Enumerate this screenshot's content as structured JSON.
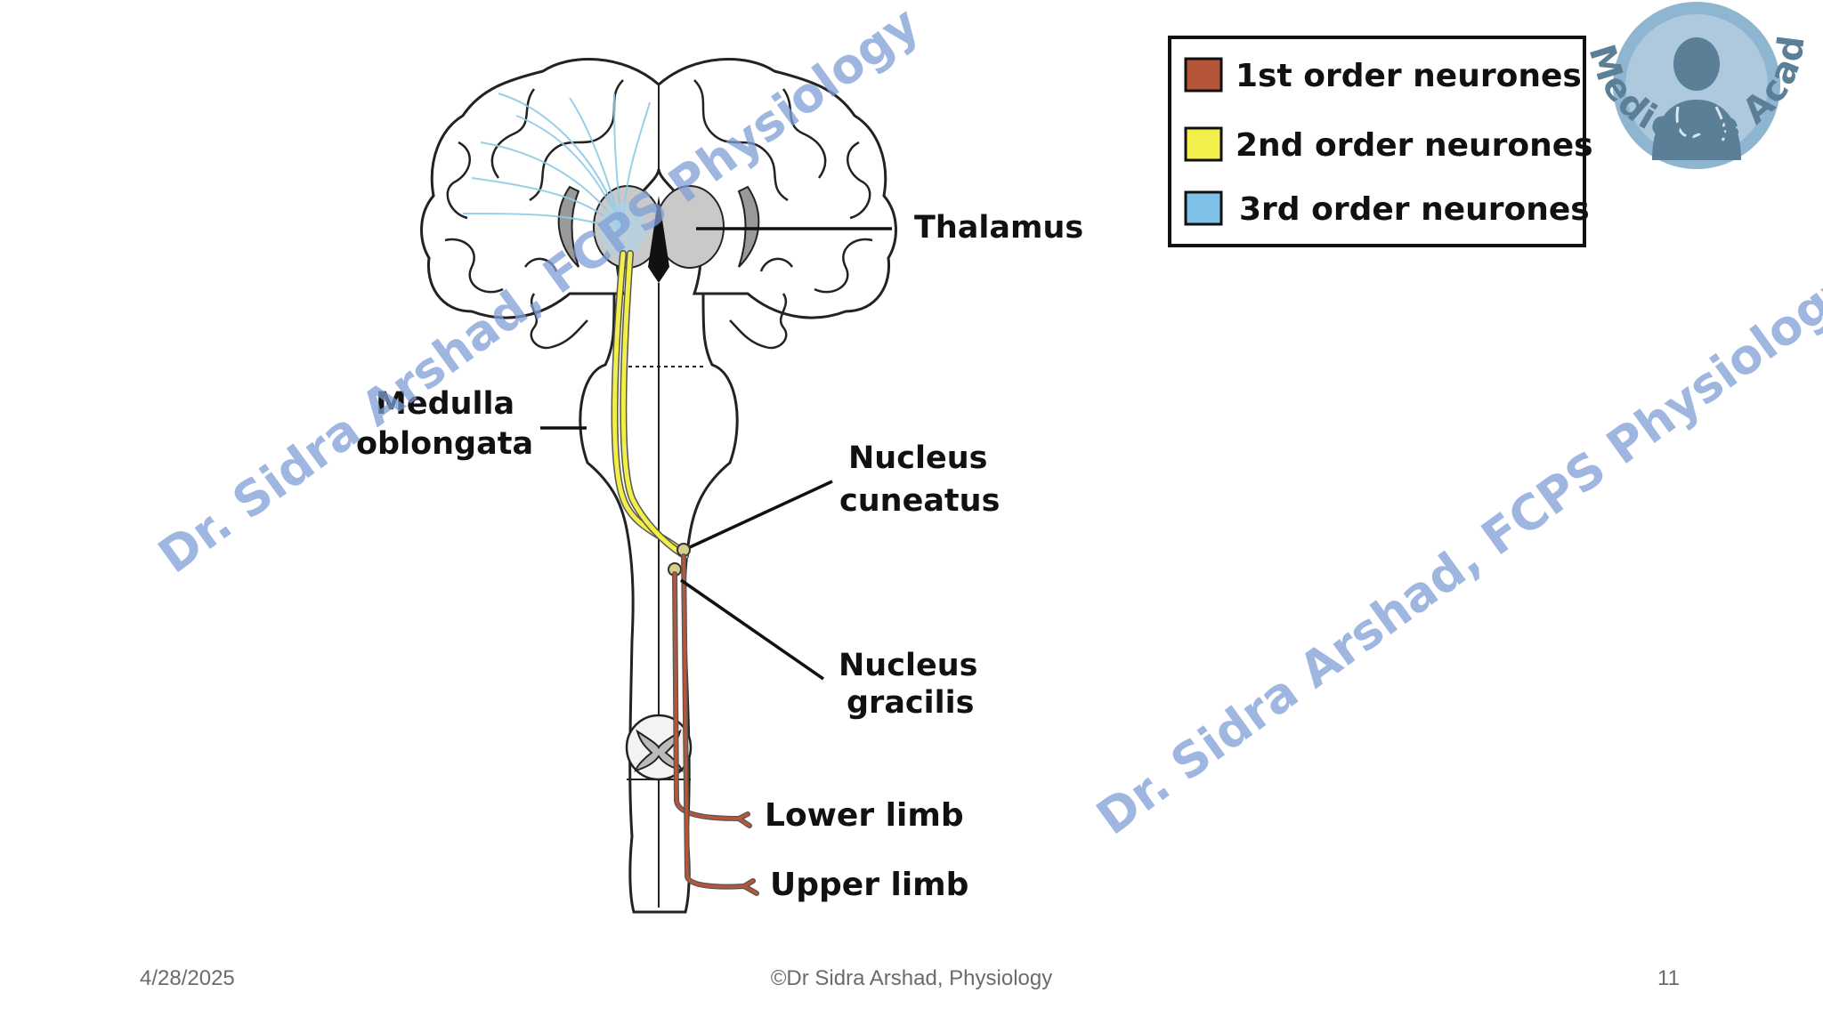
{
  "diagram": {
    "labels": {
      "thalamus": "Thalamus",
      "medulla_line1": "Medulla",
      "medulla_line2": "oblongata",
      "cuneatus_line1": "Nucleus",
      "cuneatus_line2": "cuneatus",
      "gracilis_line1": "Nucleus",
      "gracilis_line2": "gracilis",
      "lower_limb": "Lower limb",
      "upper_limb": "Upper limb"
    },
    "legend": [
      {
        "label": "1st order neurones",
        "color": "#b5563a"
      },
      {
        "label": "2nd order neurones",
        "color": "#f2ef4a"
      },
      {
        "label": "3rd order neurones",
        "color": "#7fc1e6"
      }
    ]
  },
  "watermark": {
    "text": "Dr. Sidra Arshad, FCPS Physiology",
    "color": "#7f9fd6"
  },
  "logo": {
    "text": "Medicose Academics",
    "icon": "doctor-avatar-icon",
    "color": "#5b7f96",
    "ring_color": "#8fb6d1"
  },
  "footer": {
    "date": "4/28/2025",
    "copyright": "©Dr Sidra Arshad, Physiology",
    "page_number": "11"
  }
}
